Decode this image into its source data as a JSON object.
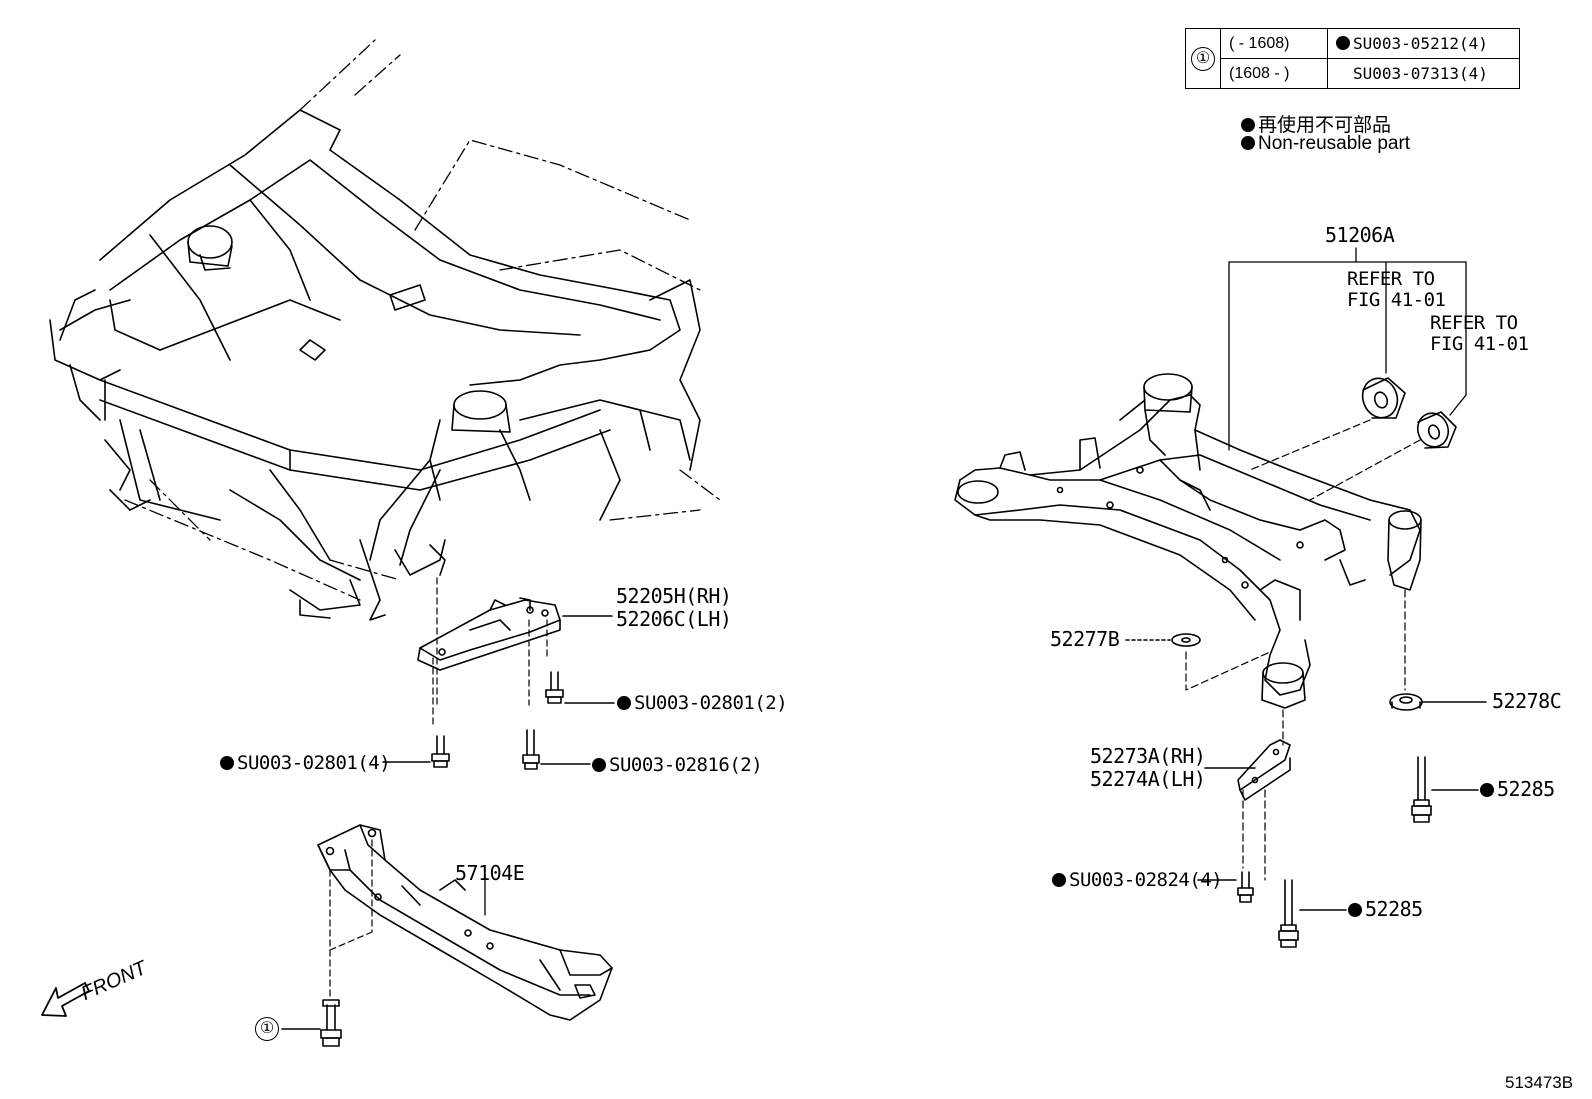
{
  "table": {
    "symbol": "①",
    "rows": [
      {
        "range": "(    - 1608)",
        "part": "SU003-05212(4)",
        "non_reusable": true
      },
      {
        "range": "(1608 -    )",
        "part": "SU003-07313(4)",
        "non_reusable": false
      }
    ]
  },
  "legend": {
    "jp": "再使用不可部品",
    "en": "Non-reusable part"
  },
  "labels": {
    "p51206a": "51206A",
    "refer1_line1": "REFER TO",
    "refer1_line2": "FIG 41-01",
    "refer2_line1": "REFER TO",
    "refer2_line2": "FIG 41-01",
    "p52205h": "52205H(RH)",
    "p52206c": "52206C(LH)",
    "su_02801_2": "SU003-02801(2)",
    "su_02801_4": "SU003-02801(4)",
    "su_02816_2": "SU003-02816(2)",
    "p52277b": "52277B",
    "p52278c": "52278C",
    "p52273a": "52273A(RH)",
    "p52274a": "52274A(LH)",
    "p52285_a": "52285",
    "p52285_b": "52285",
    "su_02824_4": "SU003-02824(4)",
    "p57104e": "57104E",
    "bolt_symbol": "①",
    "front": "FRONT",
    "figure_id": "513473B"
  }
}
